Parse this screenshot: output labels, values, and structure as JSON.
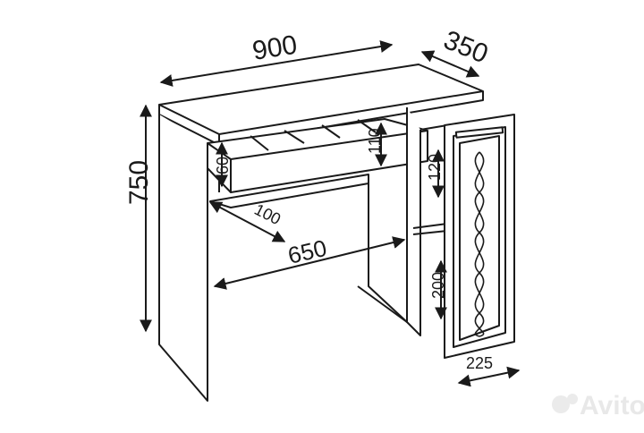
{
  "dimensions": {
    "width": "900",
    "depth": "350",
    "height": "750",
    "drawer_front_height": "60",
    "drawer_height": "110",
    "shelf_gap": "120",
    "pullout_depth": "100",
    "inner_width": "650",
    "cabinet_shelf": "200",
    "door_width": "225"
  },
  "watermark": "Avito"
}
